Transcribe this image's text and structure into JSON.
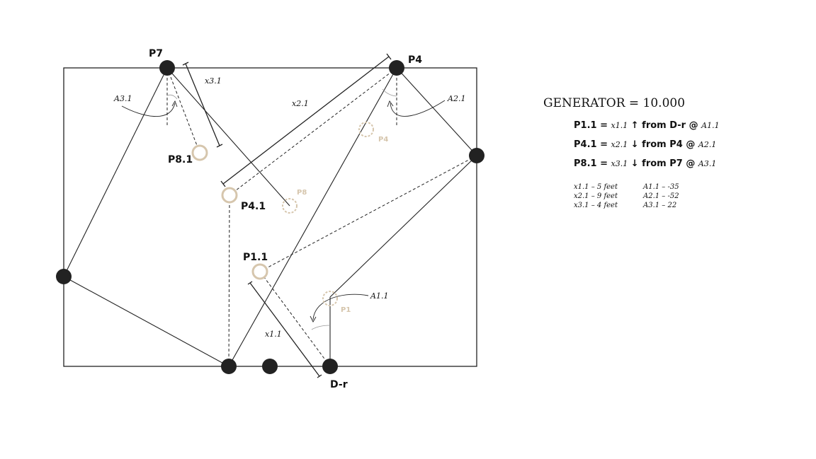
{
  "diagram": {
    "labels": {
      "p7": "P7",
      "p4": "P4",
      "dr": "D-r",
      "p81": "P8.1",
      "p41": "P4.1",
      "p11": "P1.1",
      "ghost_p4": "P4",
      "ghost_p8": "P8",
      "ghost_p1": "P1",
      "x31": "x3.1",
      "x21": "x2.1",
      "x11": "x1.1",
      "a31": "A3.1",
      "a21": "A2.1",
      "a11": "A1.1"
    },
    "colors": {
      "ink": "#222222",
      "accent": "#d6c6ad"
    }
  },
  "panel": {
    "title": "GENERATOR = 10.000",
    "rules": [
      {
        "target": "P1.1 =",
        "dist": "x1.1",
        "dir": "↑ from D-r @",
        "angle": "A1.1"
      },
      {
        "target": "P4.1 =",
        "dist": "x2.1",
        "dir": "↓ from P4 @",
        "angle": "A2.1"
      },
      {
        "target": "P8.1 =",
        "dist": "x3.1",
        "dir": "↓ from P7 @",
        "angle": "A3.1"
      }
    ],
    "values": [
      {
        "x": "x1.1 – 5 feet",
        "a": "A1.1 – -35"
      },
      {
        "x": "x2.1 – 9 feet",
        "a": "A2.1 – -52"
      },
      {
        "x": "x3.1 – 4 feet",
        "a": "A3.1 – 22"
      }
    ]
  }
}
